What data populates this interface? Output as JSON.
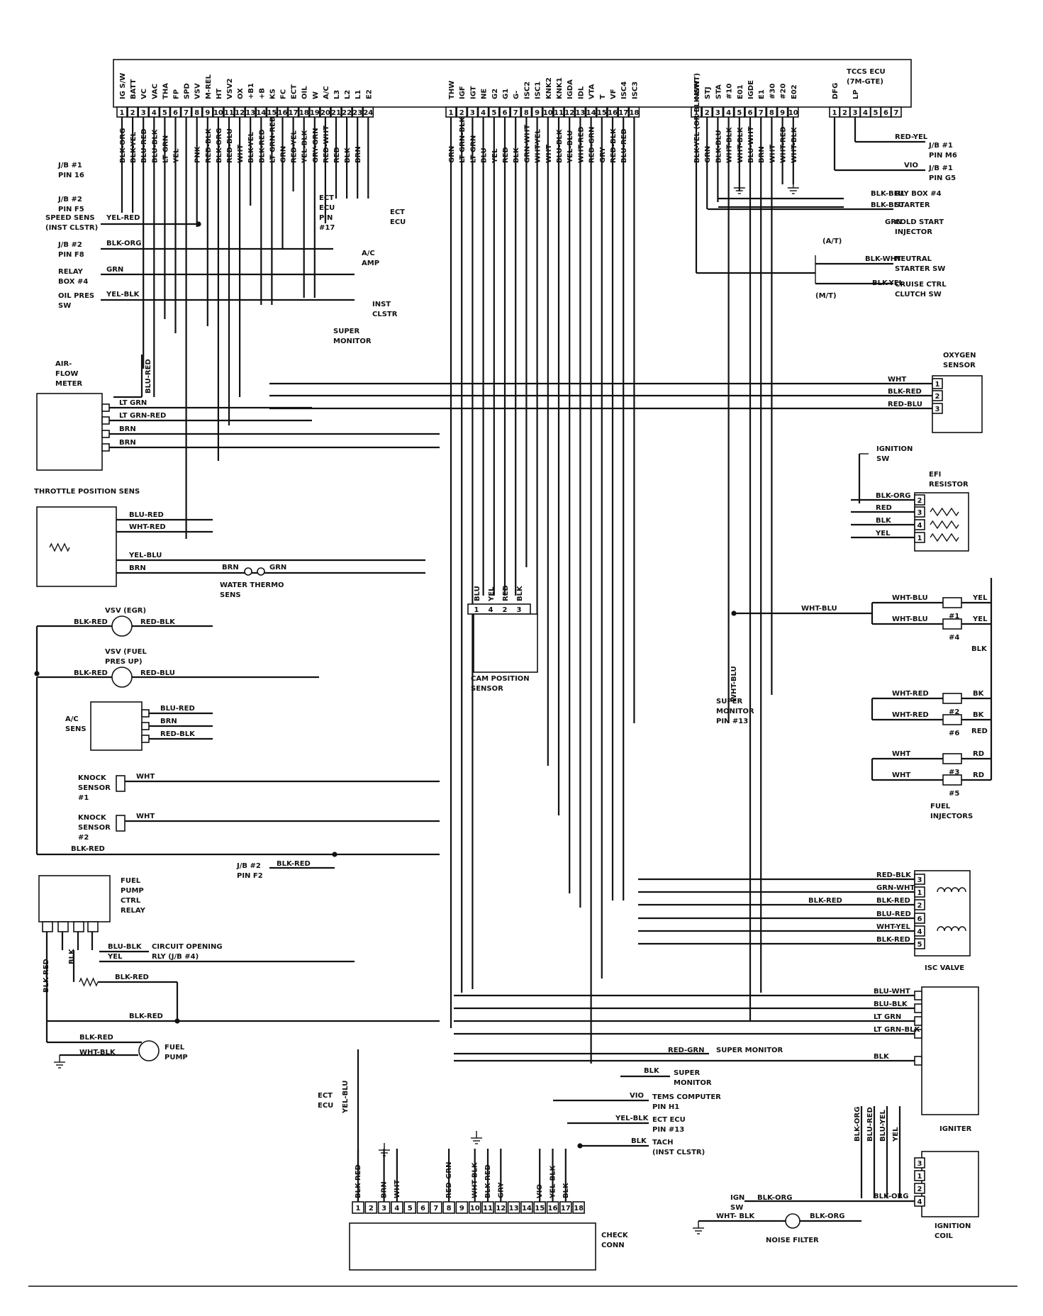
{
  "ecu": {
    "title": [
      "TCCS ECU",
      "(7M-GTE)"
    ],
    "groupA": {
      "pins": [
        "1",
        "2",
        "3",
        "4",
        "5",
        "6",
        "7",
        "8",
        "9",
        "10",
        "11",
        "12",
        "13",
        "14",
        "15",
        "16",
        "17",
        "18",
        "19",
        "20",
        "21",
        "22",
        "23",
        "24"
      ],
      "terms": [
        "IG S/W",
        "BATT",
        "VC",
        "VAC",
        "THA",
        "FP",
        "SPD",
        "VSV",
        "M-REL",
        "HT",
        "VSV2",
        "OX",
        "+B1",
        "+B",
        "KS",
        "FC",
        "ECT",
        "OIL",
        "W",
        "A/C",
        "L3",
        "L2",
        "L1",
        "E2"
      ]
    },
    "groupB": {
      "pins": [
        "1",
        "2",
        "3",
        "4",
        "5",
        "6",
        "7",
        "8",
        "9",
        "10",
        "11",
        "12",
        "13",
        "14",
        "15",
        "16",
        "17",
        "18"
      ],
      "terms": [
        "THW",
        "IGF",
        "IGT",
        "NE",
        "G2",
        "G1",
        "G-",
        "ISC2",
        "ISC1",
        "KNK2",
        "KNK1",
        "IGDA",
        "IDL",
        "VTA",
        "T",
        "VF",
        "ISC4",
        "ISC3"
      ]
    },
    "groupC": {
      "pins": [
        "1",
        "2",
        "3",
        "4",
        "5",
        "6",
        "7",
        "8",
        "9",
        "10"
      ],
      "terms": [
        "NSW",
        "STJ",
        "STA",
        "#10",
        "E01",
        "IGDE",
        "E1",
        "#30",
        "#20",
        "E02"
      ]
    },
    "groupD": {
      "pins": [
        "1",
        "2",
        "3",
        "4",
        "5",
        "6",
        "7"
      ],
      "terms": [
        "DFG",
        "",
        "LP",
        "",
        "",
        "",
        ""
      ]
    }
  },
  "wires": {
    "groupA": [
      "BLK-ORG",
      "BLK-YEL",
      "BLU-RED",
      "BLU-BLK",
      "LT GRN",
      "YEL",
      "",
      "PNK",
      "RED-BLK",
      "BLK-ORG",
      "RED-BLU",
      "WHT",
      "BLK-YEL",
      "BLK-RED",
      "LT GRN-RED",
      "GRN",
      "RED-YEL",
      "YEL-BLK",
      "GRY-GRN",
      "RED-WHT",
      "RED",
      "BLK",
      "BRN",
      ""
    ],
    "groupB": [
      "GRN",
      "LT GRN-BLK",
      "LT GRN",
      "BLU",
      "YEL",
      "RED",
      "BLK",
      "GRN-WHT",
      "WHT-YEL",
      "WHT",
      "BLU-BLK",
      "YEL-BLU",
      "WHT-RED",
      "RED-GRN",
      "GRY",
      "RED-BLK",
      "BLU-RED",
      ""
    ],
    "groupC": [
      "BLK-YEL (OR BLK-WHT)",
      "GRN",
      "BLK-BLU",
      "WHT-BLK",
      "WHT-BLK",
      "BLU-WHT",
      "BRN",
      "WHT",
      "WHT-RED",
      "WHT-BLK"
    ]
  },
  "left_labels": {
    "jb1_pin16": [
      "J/B #1",
      "PIN 16"
    ],
    "jb2_pin_f5": [
      "J/B #2",
      "PIN F5"
    ],
    "speed_sens": [
      "SPEED SENS",
      "(INST CLSTR)"
    ],
    "speed_sens_wire": "YEL-RED",
    "jb2_pin_f8": [
      "J/B #2",
      "PIN F8"
    ],
    "jb2_pin_f8_wire": "BLK-ORG",
    "relay_box4": [
      "RELAY",
      "BOX #4"
    ],
    "relay_box4_wire": "GRN",
    "oil_pres_sw": [
      "OIL PRES",
      "SW"
    ],
    "oil_pres_wire": "YEL-BLK",
    "ect_ecu_pin17": [
      "ECT",
      "ECU",
      "PIN",
      "#17"
    ],
    "ect_ecu": [
      "ECT",
      "ECU"
    ],
    "ac_amp": [
      "A/C",
      "AMP"
    ],
    "inst_clstr": [
      "INST",
      "CLSTR"
    ],
    "super_monitor": [
      "SUPER",
      "MONITOR"
    ]
  },
  "components": {
    "airflow_meter": {
      "name": [
        "AIR-",
        "FLOW",
        "METER"
      ],
      "wires": [
        "BLU-RED",
        "LT GRN",
        "LT GRN-RED",
        "BRN",
        "BRN"
      ]
    },
    "throttle_position_sens": {
      "name": "THROTTLE POSITION SENS",
      "wires": [
        "BLU-RED",
        "WHT-RED",
        "YEL-BLU",
        "BRN"
      ]
    },
    "water_thermo_sens": {
      "name": [
        "WATER THERMO",
        "SENS"
      ],
      "wires": [
        "BRN",
        "GRN"
      ]
    },
    "vsv_egr": {
      "name": "VSV (EGR)",
      "wires": [
        "BLK-RED",
        "RED-BLK"
      ]
    },
    "vsv_fuel": {
      "name": [
        "VSV (FUEL",
        "PRES UP)"
      ],
      "wires": [
        "BLK-RED",
        "RED-BLU"
      ]
    },
    "ac_sens": {
      "name": [
        "A/C",
        "SENS"
      ],
      "wires": [
        "BLU-RED",
        "BRN",
        "RED-BLK"
      ]
    },
    "knock_sensor1": {
      "name": [
        "KNOCK",
        "SENSOR",
        "#1"
      ],
      "wire": "WHT"
    },
    "knock_sensor2": {
      "name": [
        "KNOCK",
        "SENSOR",
        "#2"
      ],
      "wire": "WHT"
    },
    "knock_blk_red": "BLK-RED",
    "jb2_pin_f2": {
      "name": [
        "J/B #2",
        "PIN F2"
      ],
      "wire": "BLK-RED"
    },
    "fuel_pump_relay": {
      "name": [
        "FUEL",
        "PUMP",
        "CTRL",
        "RELAY"
      ],
      "wires": [
        "BLU-BLK",
        "YEL"
      ],
      "circuit": [
        "CIRCUIT OPENING",
        "RLY (J/B #4)"
      ],
      "side_wires": [
        "BLK-RED",
        "BLK"
      ]
    },
    "fuel_pump": {
      "name": [
        "FUEL",
        "PUMP"
      ],
      "wires": [
        "BLK-RED",
        "BLK-RED",
        "BLK-RED",
        "WHT-BLK"
      ]
    },
    "cam_position_sensor": {
      "name": [
        "CAM POSITION",
        "SENSOR"
      ],
      "pins": [
        "1",
        "4",
        "2",
        "3"
      ],
      "wires": [
        "BLU",
        "YEL",
        "RED",
        "BLK"
      ]
    },
    "oxygen_sensor": {
      "name": [
        "OXYGEN",
        "SENSOR"
      ],
      "pins": [
        "1",
        "2",
        "3"
      ],
      "wires": [
        "WHT",
        "BLK-RED",
        "RED-BLU"
      ]
    },
    "ignition_sw": [
      "IGNITION",
      "SW"
    ],
    "epi_resistor": {
      "name": [
        "EFI",
        "RESISTOR"
      ],
      "pins": [
        "2",
        "3",
        "4",
        "1"
      ],
      "wires": [
        "BLK-ORG",
        "RED",
        "BLK",
        "YEL"
      ]
    },
    "fuel_injectors": {
      "name": [
        "FUEL",
        "INJECTORS"
      ],
      "items": [
        "#1",
        "#4",
        "#2",
        "#6",
        "#3",
        "#5"
      ],
      "wires": [
        "WHT-BLU",
        "WHT-BLU",
        "WHT-RED",
        "WHT-RED",
        "WHT",
        "WHT"
      ],
      "right": [
        "YEL",
        "YEL",
        "BK",
        "BK",
        "RD",
        "RD"
      ],
      "feed": [
        "BLK",
        "RED"
      ]
    },
    "super_monitor_pin13": {
      "name": [
        "SUPER",
        "MONITOR",
        "PIN #13"
      ],
      "wire": "WHT-BLU"
    },
    "isc_valve": {
      "name": "ISC VALVE",
      "pins": [
        "3",
        "1",
        "2",
        "6",
        "4",
        "5"
      ],
      "wires": [
        "RED-BLK",
        "GRN-WHT",
        "BLK-RED",
        "BLU-RED",
        "WHT-YEL",
        "BLK-RED"
      ],
      "feed": "BLK-RED"
    },
    "igniter": {
      "name": "IGNITER",
      "wires": [
        "BLU-WHT",
        "BLU-BLK",
        "LT GRN",
        "LT GRN-BLK",
        "BLK"
      ]
    },
    "ignition_coil": {
      "name": [
        "IGNITION",
        "COIL"
      ],
      "pins": [
        "3",
        "1",
        "2",
        "4"
      ],
      "wires": [
        "BLK-ORG",
        "BLU-RED",
        "BLU-YEL",
        "YEL"
      ]
    },
    "noise_filter": {
      "name": "NOISE FILTER",
      "wires": [
        "WHT- BLK",
        "BLK-ORG"
      ]
    },
    "ign_sw": {
      "name": [
        "IGN",
        "SW"
      ],
      "wire": "BLK-ORG"
    },
    "starter": {
      "relay_box4": "RLY BOX #4",
      "starter": "STARTER",
      "wires": [
        "BLK-BLU",
        "BLK-BLU"
      ]
    },
    "cold_start_injector": {
      "name": [
        "COLD START",
        "INJECTOR"
      ],
      "wire": "GRN"
    },
    "neutral_starter_sw": {
      "name": [
        "NEUTRAL",
        "STARTER SW"
      ],
      "wire": "BLK-WHT",
      "tag": "(A/T)"
    },
    "cruise_ctrl": {
      "name": [
        "CRUISE CTRL",
        "CLUTCH SW"
      ],
      "wire": "BLK-YEL",
      "tag": "(M/T)"
    },
    "jb1_pin_m6": {
      "name": [
        "J/B #1",
        "PIN M6"
      ],
      "wire": "RED-YEL"
    },
    "jb1_pin_g5": {
      "name": [
        "J/B #1",
        "PIN G5"
      ],
      "wire": "VIO"
    },
    "check_conn": {
      "name": [
        "CHECK",
        "CONN"
      ],
      "pins": [
        "1",
        "2",
        "3",
        "4",
        "5",
        "6",
        "7",
        "8",
        "9",
        "10",
        "11",
        "12",
        "13",
        "14",
        "15",
        "16",
        "17",
        "18"
      ],
      "wires": [
        "BLK-RED",
        "",
        "BRN",
        "WHT",
        "",
        "",
        "",
        "RED-GRN",
        "",
        "WHT-BLK",
        "BLK-RED",
        "GRY",
        "",
        "",
        "VIO",
        "YEL-BLK",
        "BLK",
        ""
      ]
    },
    "ect_ecu_bottom": {
      "name": [
        "ECT",
        "ECU"
      ],
      "wire": "YEL-BLU"
    },
    "super_monitor_bottom": {
      "name": [
        "SUPER",
        "MONITOR"
      ],
      "wire": "BLK"
    },
    "super_monitor_red_grn": {
      "name": "SUPER MONITOR",
      "wire": "RED-GRN"
    },
    "tems_computer": {
      "name": [
        "TEMS COMPUTER",
        "PIN H1"
      ],
      "wire": "VIO"
    },
    "ect_ecu_pin13": {
      "name": [
        "ECT ECU",
        "PIN #13"
      ],
      "wire": "YEL-BLK"
    },
    "tach": {
      "name": [
        "TACH",
        "(INST CLSTR)"
      ],
      "wire": "BLK"
    }
  }
}
